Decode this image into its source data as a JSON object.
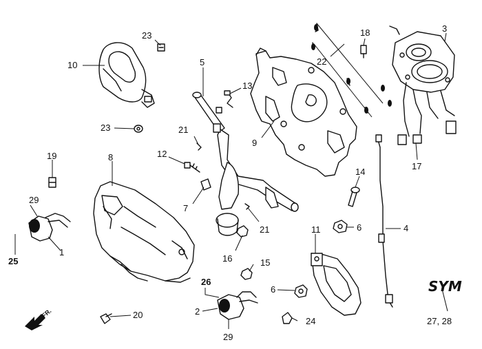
{
  "labels": [
    {
      "text": "1"
    },
    {
      "text": "2"
    },
    {
      "text": "3"
    },
    {
      "text": "4"
    },
    {
      "text": "5"
    },
    {
      "text": "6"
    },
    {
      "text": "6"
    },
    {
      "text": "7"
    },
    {
      "text": "8"
    },
    {
      "text": "9"
    },
    {
      "text": "10"
    },
    {
      "text": "11"
    },
    {
      "text": "12"
    },
    {
      "text": "13"
    },
    {
      "text": "14"
    },
    {
      "text": "15"
    },
    {
      "text": "16"
    },
    {
      "text": "17"
    },
    {
      "text": "18"
    },
    {
      "text": "19"
    },
    {
      "text": "20"
    },
    {
      "text": "21"
    },
    {
      "text": "21"
    },
    {
      "text": "22"
    },
    {
      "text": "23"
    },
    {
      "text": "23"
    },
    {
      "text": "24"
    },
    {
      "text": "25"
    },
    {
      "text": "26"
    },
    {
      "text": "29"
    },
    {
      "text": "29"
    },
    {
      "text": "27, 28"
    }
  ],
  "brand": "SYM",
  "front_marker": "FR."
}
